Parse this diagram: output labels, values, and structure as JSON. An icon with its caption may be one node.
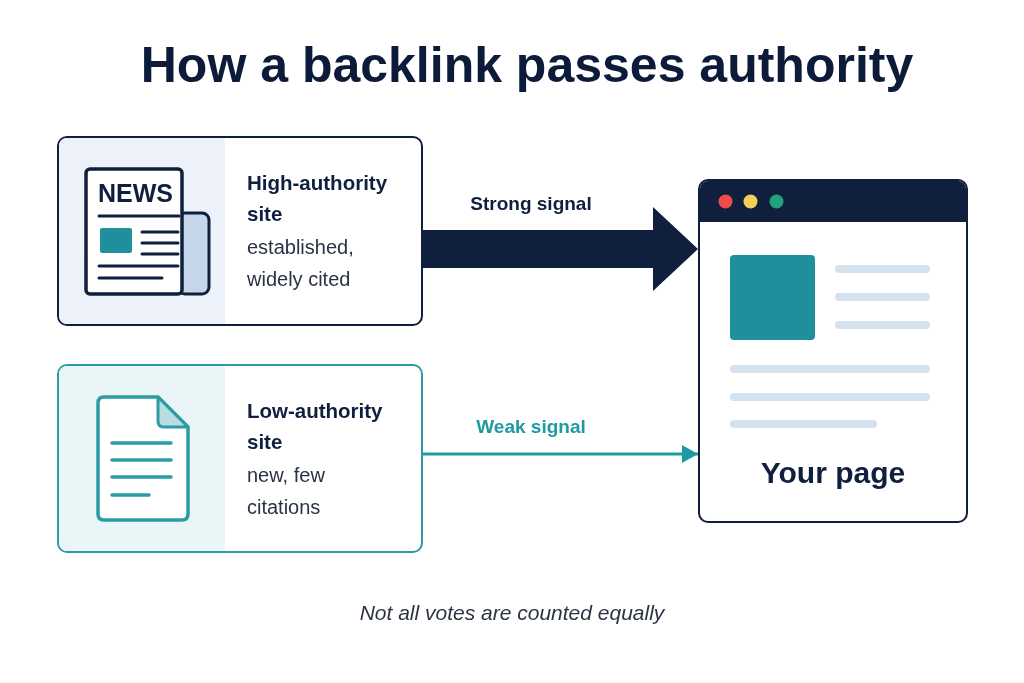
{
  "diagram": {
    "title": "How a backlink passes authority",
    "caption": "Not all votes are counted equally",
    "nodes": [
      {
        "text": [
          "High-authority site",
          "established, widely cited"
        ]
      },
      {
        "text": [
          "Low-authority site",
          "new, few citations"
        ]
      },
      {
        "text": [
          "Your page"
        ]
      }
    ],
    "edges": [
      {
        "from": 0,
        "to": 2,
        "arrow": "to",
        "label": "Strong signal",
        "style": "thick",
        "color": "#0f1f3d"
      },
      {
        "from": 1,
        "to": 2,
        "arrow": "to",
        "label": "Weak signal",
        "color": "#1f9aa2"
      }
    ],
    "labels": [
      "NEWS"
    ]
  }
}
